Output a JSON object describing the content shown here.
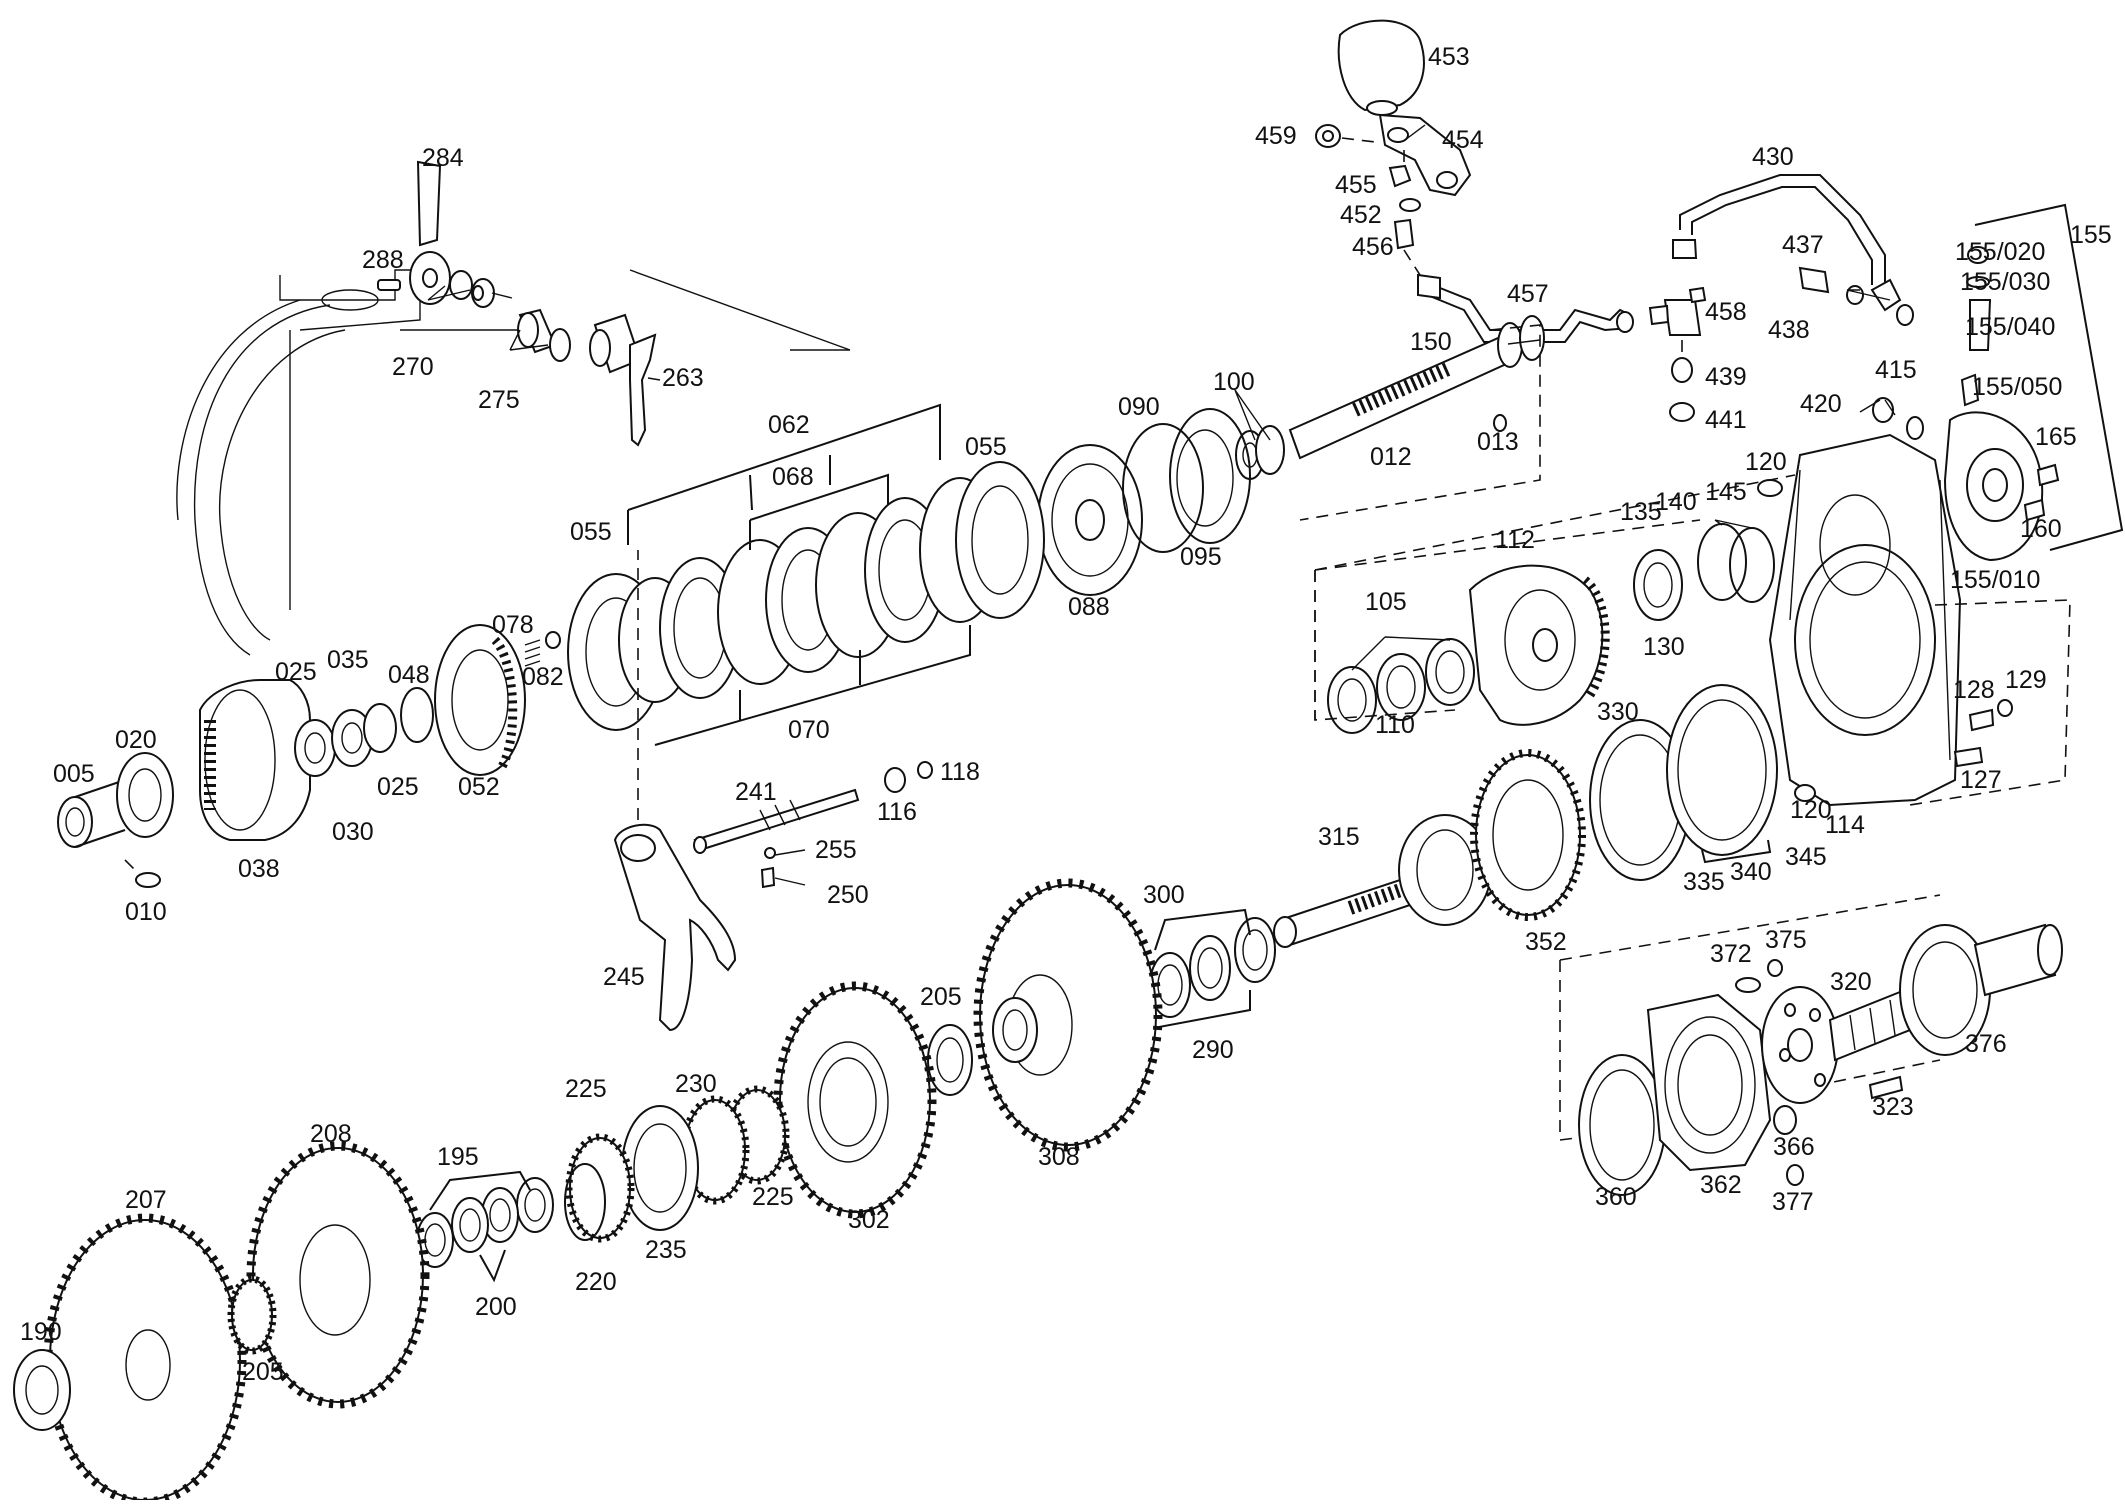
{
  "diagram": {
    "labels": [
      "284",
      "288",
      "270",
      "275",
      "263",
      "453",
      "454",
      "459",
      "455",
      "452",
      "456",
      "457",
      "430",
      "437",
      "438",
      "458",
      "439",
      "441",
      "155",
      "155/020",
      "155/030",
      "155/040",
      "155/050",
      "155/010",
      "415",
      "420",
      "165",
      "160",
      "150",
      "100",
      "090",
      "095",
      "088",
      "012",
      "013",
      "062",
      "068",
      "055",
      "055",
      "070",
      "078",
      "082",
      "048",
      "052",
      "025",
      "035",
      "025",
      "030",
      "020",
      "005",
      "038",
      "010",
      "112",
      "105",
      "110",
      "135",
      "140",
      "145",
      "130",
      "120",
      "120",
      "114",
      "128",
      "129",
      "127",
      "330",
      "335",
      "340",
      "345",
      "352",
      "315",
      "241",
      "116",
      "118",
      "255",
      "250",
      "245",
      "300",
      "290",
      "205",
      "308",
      "302",
      "230",
      "225",
      "225",
      "235",
      "220",
      "195",
      "200",
      "208",
      "207",
      "205",
      "190",
      "372",
      "375",
      "320",
      "376",
      "323",
      "366",
      "377",
      "360",
      "362"
    ]
  }
}
